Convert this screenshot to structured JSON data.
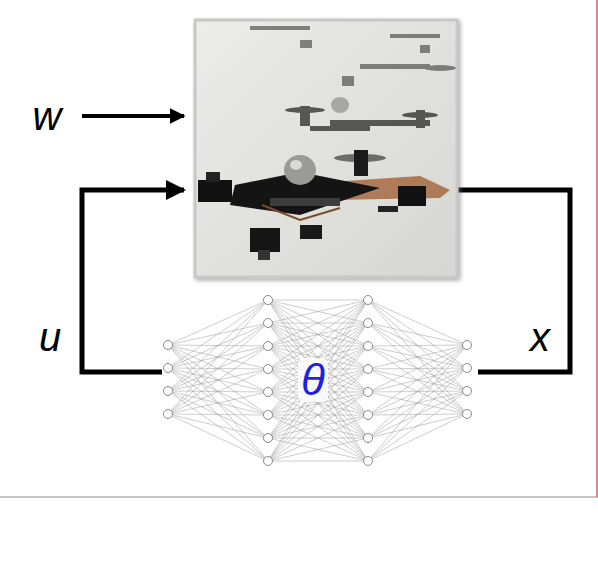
{
  "diagram": {
    "nodes": [
      {
        "text": [
          "θ"
        ]
      }
    ],
    "labels": [
      "w",
      "u",
      "x"
    ]
  }
}
